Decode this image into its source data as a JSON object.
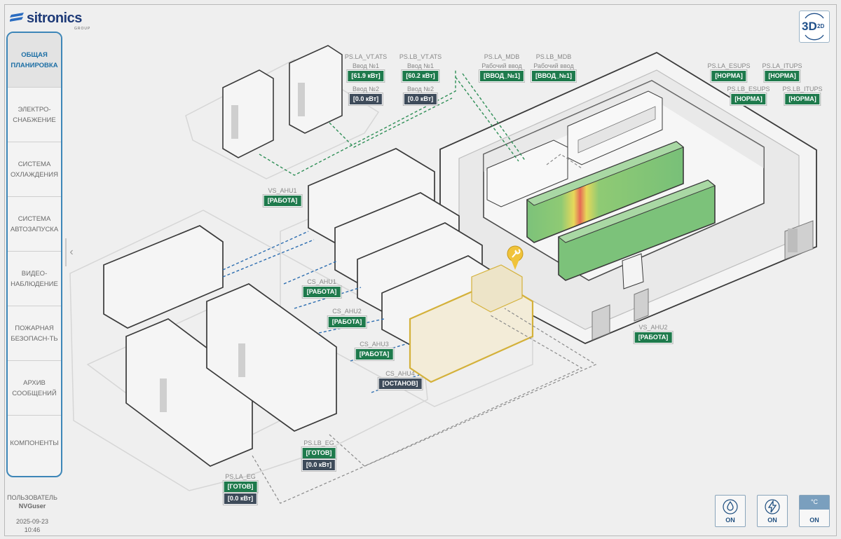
{
  "brand": {
    "name": "sitronics",
    "group": "GROUP"
  },
  "sidebar": {
    "items": [
      {
        "label": "ОБЩАЯ\nПЛАНИРОВКА",
        "active": true
      },
      {
        "label": "ЭЛЕКТРО-\nСНАБЖЕНИЕ",
        "active": false
      },
      {
        "label": "СИСТЕМА\nОХЛАЖДЕНИЯ",
        "active": false
      },
      {
        "label": "СИСТЕМА\nАВТОЗАПУСКА",
        "active": false
      },
      {
        "label": "ВИДЕО-\nНАБЛЮДЕНИЕ",
        "active": false
      },
      {
        "label": "ПОЖАРНАЯ\nБЕЗОПАСН-ТЬ",
        "active": false
      },
      {
        "label": "АРХИВ\nСООБЩЕНИЙ",
        "active": false
      },
      {
        "label": "КОМПОНЕНТЫ",
        "active": false
      }
    ]
  },
  "user": {
    "label": "ПОЛЬЗОВАТЕЛЬ",
    "name": "NVGuser",
    "date": "2025-09-23",
    "time": "10:46"
  },
  "view_toggle": {
    "primary": "3D",
    "secondary": "2D"
  },
  "tags": {
    "vt_ats_la": {
      "name": "PS.LA_VT.ATS",
      "in1_label": "Ввод №1",
      "in1_value": "[61.9 кВт]",
      "in2_label": "Ввод №2",
      "in2_value": "[0.0 кВт]"
    },
    "vt_ats_lb": {
      "name": "PS.LB_VT.ATS",
      "in1_label": "Ввод №1",
      "in1_value": "[60.2 кВт]",
      "in2_label": "Ввод №2",
      "in2_value": "[0.0 кВт]"
    },
    "mdb_la": {
      "name": "PS.LA_MDB",
      "sub": "Рабочий ввод",
      "value": "[ВВОД_№1]"
    },
    "mdb_lb": {
      "name": "PS.LB_MDB",
      "sub": "Рабочий ввод",
      "value": "[ВВОД_№1]"
    },
    "esups_la": {
      "name": "PS.LA_ESUPS",
      "value": "[НОРМА]"
    },
    "itups_la": {
      "name": "PS.LA_ITUPS",
      "value": "[НОРМА]"
    },
    "esups_lb": {
      "name": "PS.LB_ESUPS",
      "value": "[НОРМА]"
    },
    "itups_lb": {
      "name": "PS.LB_ITUPS",
      "value": "[НОРМА]"
    },
    "vs_ahu1": {
      "name": "VS_AHU1",
      "value": "[РАБОТА]"
    },
    "vs_ahu2": {
      "name": "VS_AHU2",
      "value": "[РАБОТА]"
    },
    "cs_ahu1": {
      "name": "CS_AHU1",
      "value": "[РАБОТА]"
    },
    "cs_ahu2": {
      "name": "CS_AHU2",
      "value": "[РАБОТА]"
    },
    "cs_ahu3": {
      "name": "CS_AHU3",
      "value": "[РАБОТА]"
    },
    "cs_ahu4": {
      "name": "CS_AHU4",
      "value": "[ОСТАНОВ]"
    },
    "lb_eg": {
      "name": "PS.LB_EG",
      "status": "[ГОТОВ]",
      "power": "[0.0 кВт]"
    },
    "la_eg": {
      "name": "PS.LA_EG",
      "status": "[ГОТОВ]",
      "power": "[0.0 кВт]"
    }
  },
  "status_buttons": [
    {
      "icon": "water-drop-icon",
      "label": "ON"
    },
    {
      "icon": "lightning-icon",
      "label": "ON"
    },
    {
      "icon": "temperature-icon",
      "label": "ON",
      "unit": "°C"
    }
  ],
  "colors": {
    "ok": "#1e7a4c",
    "stopped": "#3e4b5a",
    "accent": "#3d86b8",
    "selected": "#d4b13a"
  }
}
